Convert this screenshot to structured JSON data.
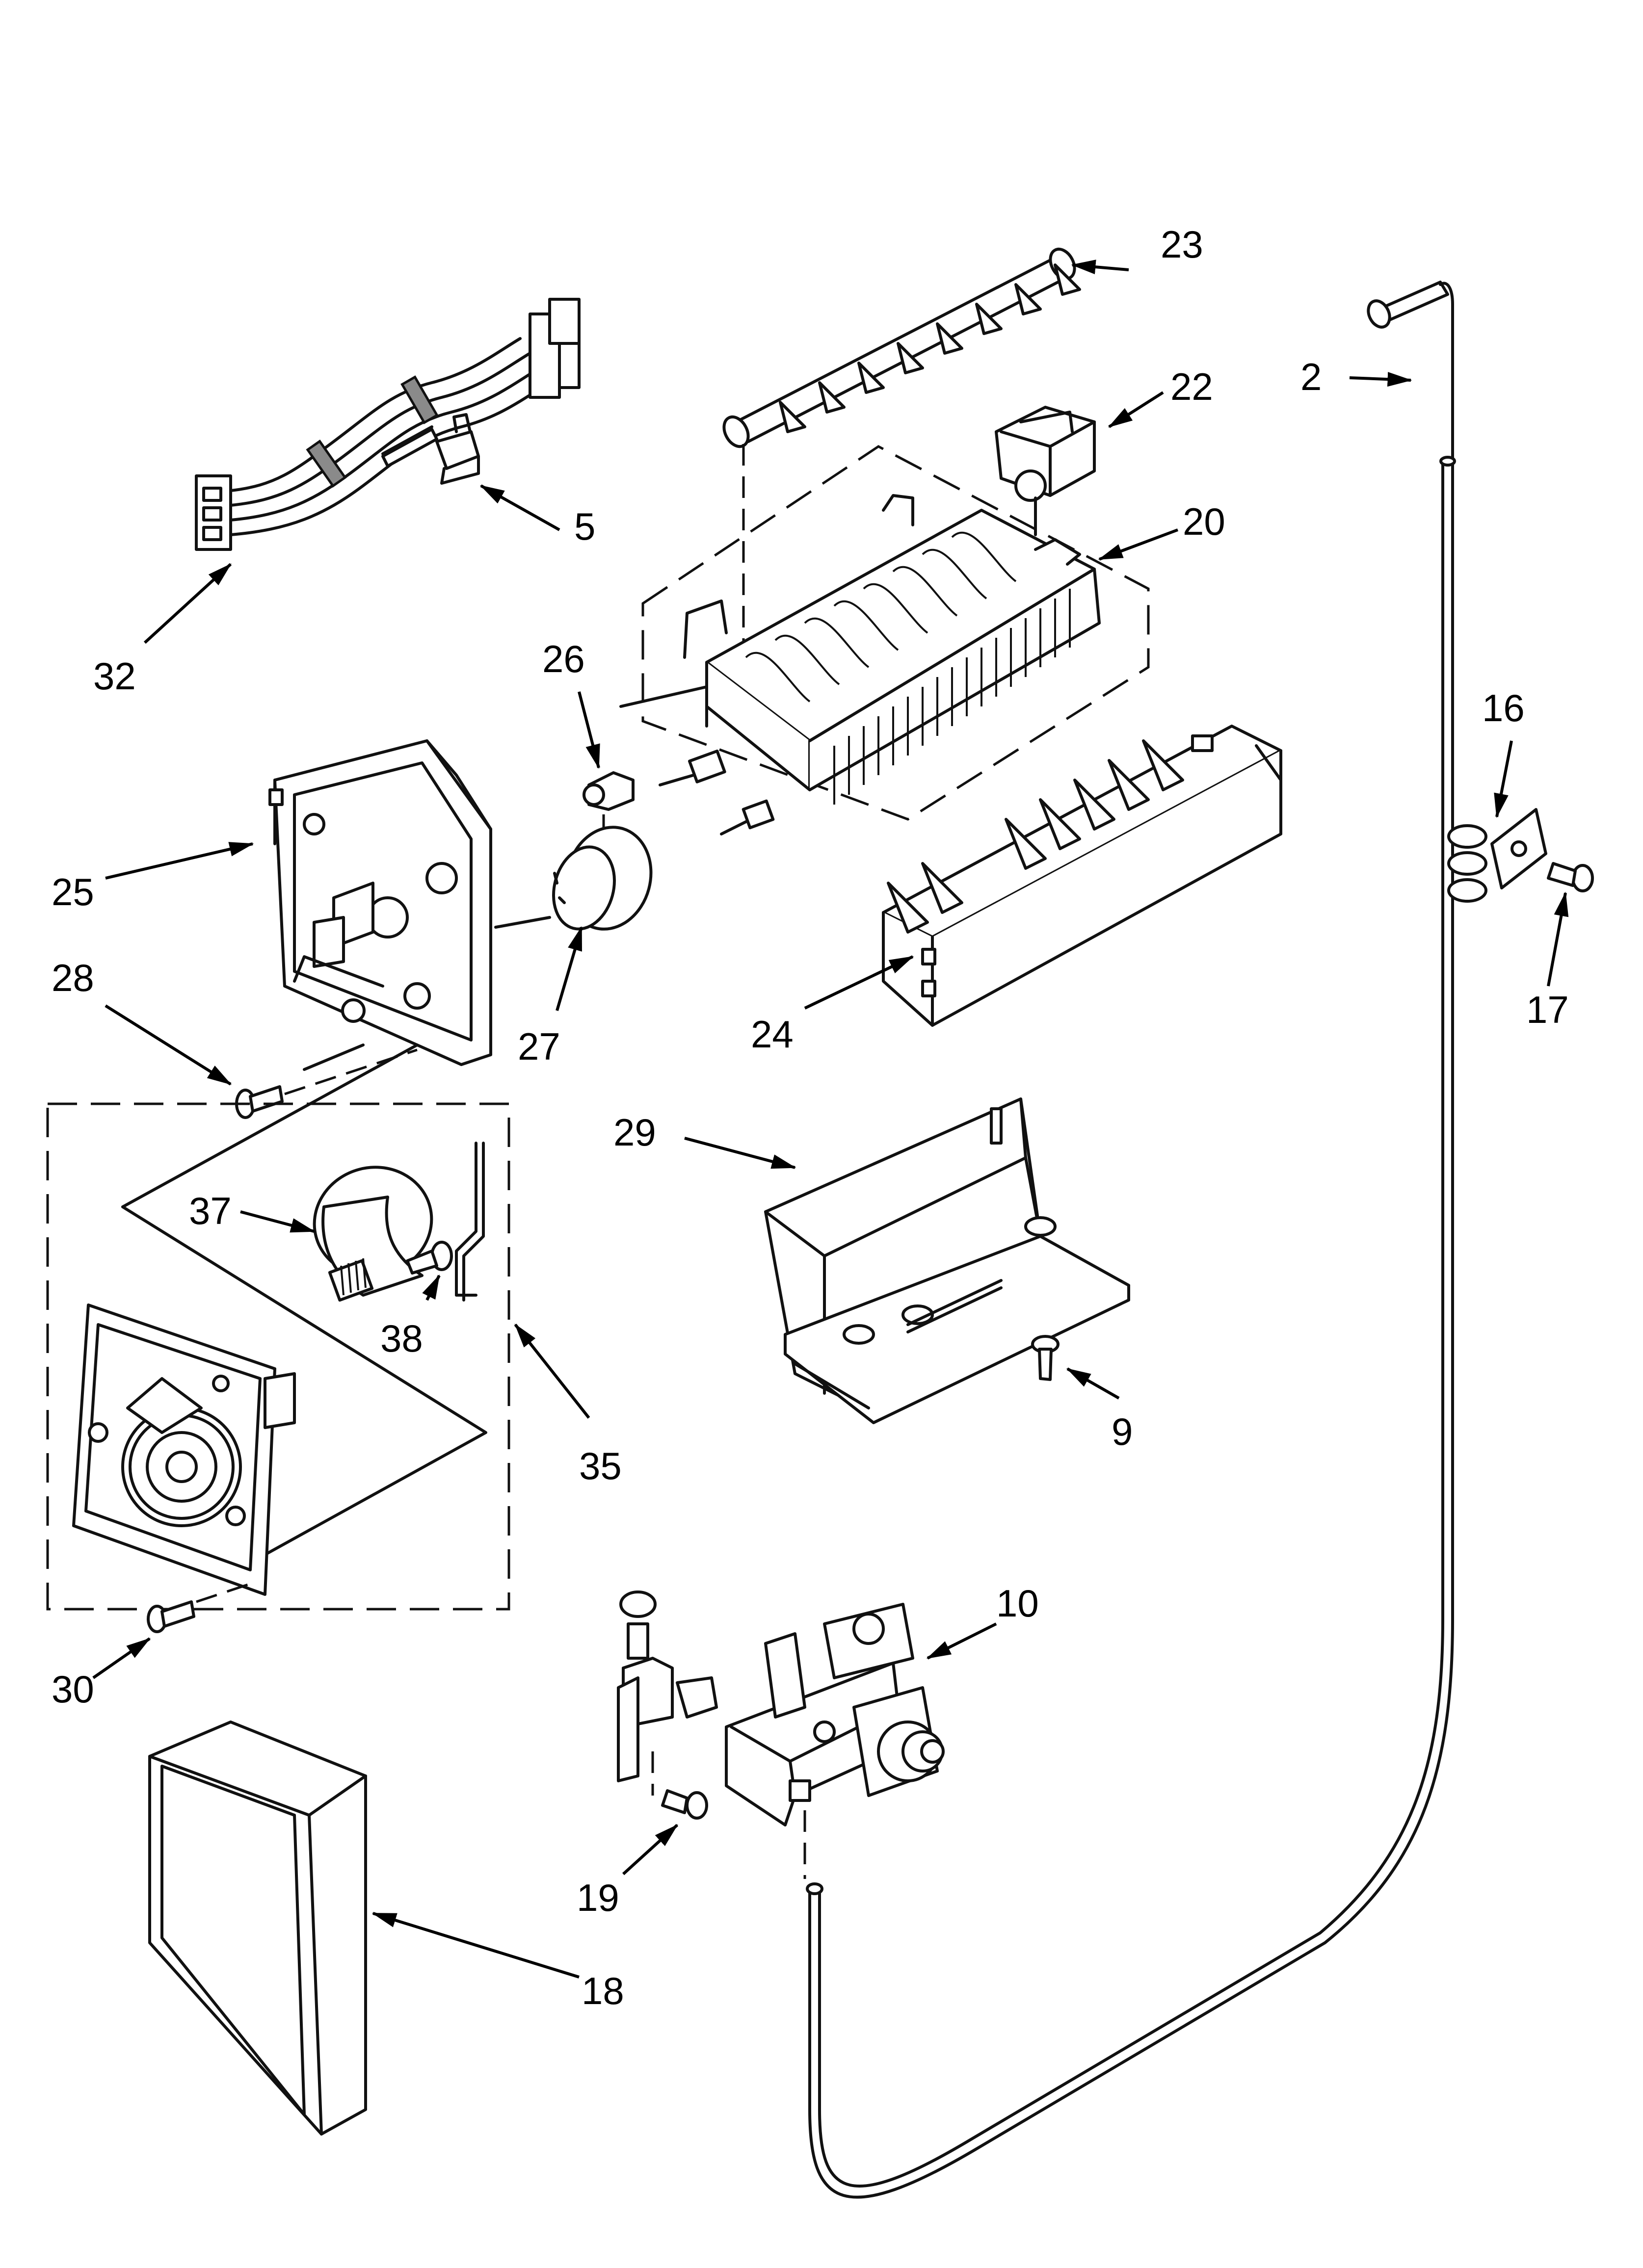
{
  "labels": {
    "p2": "2",
    "p5": "5",
    "p9": "9",
    "p10": "10",
    "p16": "16",
    "p17": "17",
    "p18": "18",
    "p19": "19",
    "p20": "20",
    "p22": "22",
    "p23": "23",
    "p24": "24",
    "p25": "25",
    "p26": "26",
    "p27": "27",
    "p28": "28",
    "p29": "29",
    "p30": "30",
    "p32": "32",
    "p35": "35",
    "p37": "37",
    "p38": "38"
  }
}
